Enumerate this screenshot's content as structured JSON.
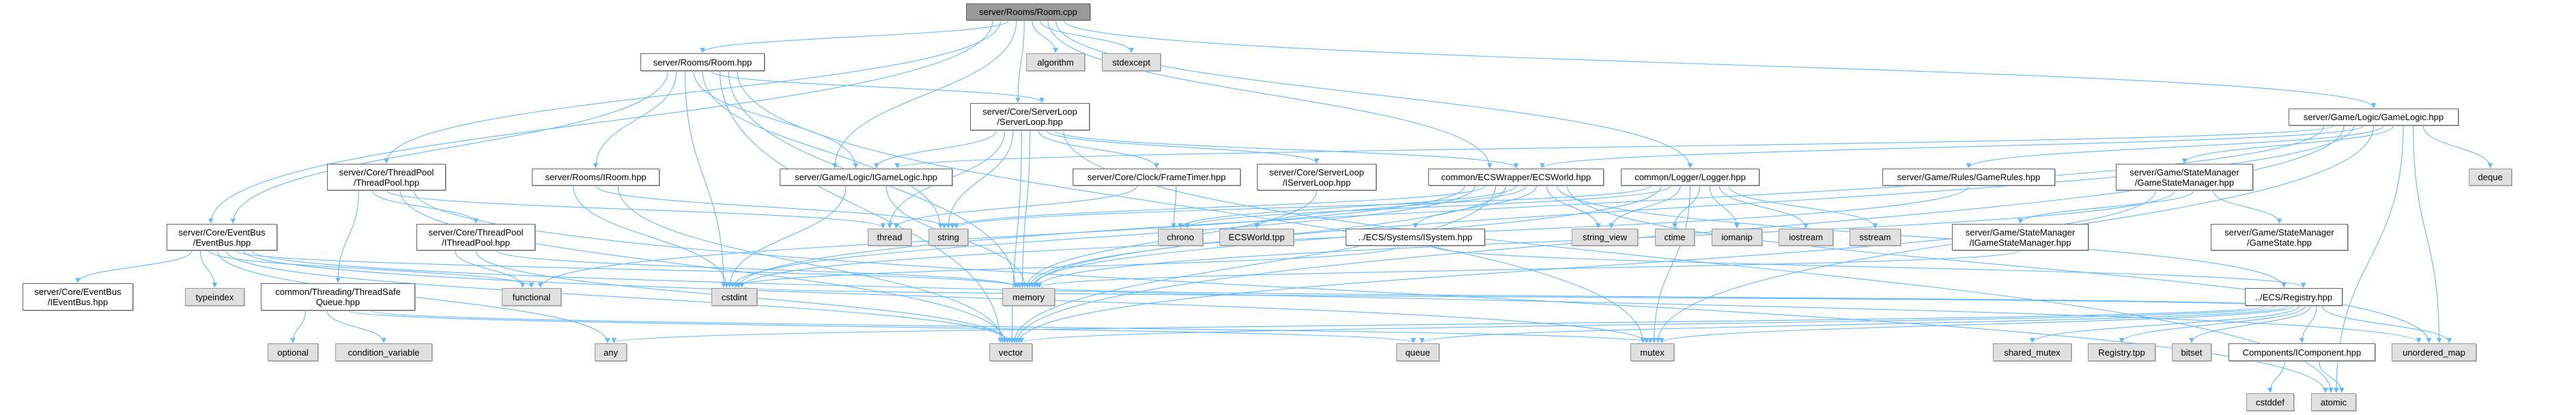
{
  "colors": {
    "edge": "#63b8ff",
    "root_fill": "#999999",
    "system_fill": "#e0e0e0",
    "file_fill": "#ffffff"
  },
  "nodes": [
    {
      "id": "room_cpp",
      "label": "server/Rooms/Room.cpp",
      "kind": "root"
    },
    {
      "id": "room_hpp",
      "label": "server/Rooms/Room.hpp",
      "kind": "proj"
    },
    {
      "id": "algorithm",
      "label": "algorithm",
      "kind": "sys"
    },
    {
      "id": "stdexcept",
      "label": "stdexcept",
      "kind": "sys"
    },
    {
      "id": "serverloop",
      "label": "server/Core/ServerLoop\n/ServerLoop.hpp",
      "kind": "proj"
    },
    {
      "id": "threadpool",
      "label": "server/Core/ThreadPool\n/ThreadPool.hpp",
      "kind": "proj"
    },
    {
      "id": "gamelogic",
      "label": "server/Game/Logic/GameLogic.hpp",
      "kind": "proj"
    },
    {
      "id": "igamelogic",
      "label": "server/Game/Logic/IGameLogic.hpp",
      "kind": "proj"
    },
    {
      "id": "frametimer",
      "label": "server/Core/Clock/FrameTimer.hpp",
      "kind": "proj"
    },
    {
      "id": "iserverloop",
      "label": "server/Core/ServerLoop\n/IServerLoop.hpp",
      "kind": "proj"
    },
    {
      "id": "ecsworld",
      "label": "common/ECSWrapper/ECSWorld.hpp",
      "kind": "proj"
    },
    {
      "id": "logger",
      "label": "common/Logger/Logger.hpp",
      "kind": "proj"
    },
    {
      "id": "gamerules",
      "label": "server/Game/Rules/GameRules.hpp",
      "kind": "proj"
    },
    {
      "id": "gsm",
      "label": "server/Game/StateManager\n/GameStateManager.hpp",
      "kind": "proj"
    },
    {
      "id": "deque",
      "label": "deque",
      "kind": "sys"
    },
    {
      "id": "iroom",
      "label": "server/Rooms/IRoom.hpp",
      "kind": "proj"
    },
    {
      "id": "eventbus",
      "label": "server/Core/EventBus\n/EventBus.hpp",
      "kind": "proj"
    },
    {
      "id": "ithreadpool",
      "label": "server/Core/ThreadPool\n/IThreadPool.hpp",
      "kind": "proj"
    },
    {
      "id": "igsm",
      "label": "server/Game/StateManager\n/IGameStateManager.hpp",
      "kind": "proj"
    },
    {
      "id": "gamestate",
      "label": "server/Game/StateManager\n/GameState.hpp",
      "kind": "proj"
    },
    {
      "id": "thread",
      "label": "thread",
      "kind": "sys"
    },
    {
      "id": "string",
      "label": "string",
      "kind": "sys"
    },
    {
      "id": "chrono",
      "label": "chrono",
      "kind": "sys"
    },
    {
      "id": "ecsworld_tpp",
      "label": "ECSWorld.tpp",
      "kind": "sys"
    },
    {
      "id": "isystem",
      "label": "../ECS/Systems/ISystem.hpp",
      "kind": "proj"
    },
    {
      "id": "string_view",
      "label": "string_view",
      "kind": "sys"
    },
    {
      "id": "ctime",
      "label": "ctime",
      "kind": "sys"
    },
    {
      "id": "iomanip",
      "label": "iomanip",
      "kind": "sys"
    },
    {
      "id": "iostream",
      "label": "iostream",
      "kind": "sys"
    },
    {
      "id": "sstream",
      "label": "sstream",
      "kind": "sys"
    },
    {
      "id": "ieventbus",
      "label": "server/Core/EventBus\n/IEventBus.hpp",
      "kind": "proj"
    },
    {
      "id": "tsq",
      "label": "common/Threading/ThreadSafe\nQueue.hpp",
      "kind": "proj"
    },
    {
      "id": "typeindex",
      "label": "typeindex",
      "kind": "sys"
    },
    {
      "id": "functional",
      "label": "functional",
      "kind": "sys"
    },
    {
      "id": "cstdint",
      "label": "cstdint",
      "kind": "sys"
    },
    {
      "id": "memory",
      "label": "memory",
      "kind": "sys"
    },
    {
      "id": "registry",
      "label": "../ECS/Registry.hpp",
      "kind": "proj"
    },
    {
      "id": "optional",
      "label": "optional",
      "kind": "sys"
    },
    {
      "id": "condvar",
      "label": "condition_variable",
      "kind": "sys"
    },
    {
      "id": "any",
      "label": "any",
      "kind": "sys"
    },
    {
      "id": "vector",
      "label": "vector",
      "kind": "sys"
    },
    {
      "id": "queue",
      "label": "queue",
      "kind": "sys"
    },
    {
      "id": "mutex",
      "label": "mutex",
      "kind": "sys"
    },
    {
      "id": "shared_mutex",
      "label": "shared_mutex",
      "kind": "sys"
    },
    {
      "id": "registry_tpp",
      "label": "Registry.tpp",
      "kind": "sys"
    },
    {
      "id": "bitset",
      "label": "bitset",
      "kind": "sys"
    },
    {
      "id": "icomponent",
      "label": "Components/IComponent.hpp",
      "kind": "proj"
    },
    {
      "id": "unordered_map",
      "label": "unordered_map",
      "kind": "sys"
    },
    {
      "id": "cstddef",
      "label": "cstddef",
      "kind": "sys"
    },
    {
      "id": "atomic",
      "label": "atomic",
      "kind": "sys"
    }
  ],
  "edges": [
    [
      "room_cpp",
      "room_hpp"
    ],
    [
      "room_cpp",
      "algorithm"
    ],
    [
      "room_cpp",
      "stdexcept"
    ],
    [
      "room_cpp",
      "serverloop"
    ],
    [
      "room_cpp",
      "igamelogic"
    ],
    [
      "room_cpp",
      "ecsworld"
    ],
    [
      "room_cpp",
      "logger"
    ],
    [
      "room_cpp",
      "gamelogic"
    ],
    [
      "room_cpp",
      "eventbus"
    ],
    [
      "room_cpp",
      "threadpool"
    ],
    [
      "room_hpp",
      "eventbus"
    ],
    [
      "room_hpp",
      "iroom"
    ],
    [
      "room_hpp",
      "serverloop"
    ],
    [
      "room_hpp",
      "igamelogic"
    ],
    [
      "room_hpp",
      "cstdint"
    ],
    [
      "room_hpp",
      "string"
    ],
    [
      "room_hpp",
      "memory"
    ],
    [
      "room_hpp",
      "vector"
    ],
    [
      "room_hpp",
      "mutex"
    ],
    [
      "iroom",
      "string"
    ],
    [
      "iroom",
      "cstdint"
    ],
    [
      "iroom",
      "vector"
    ],
    [
      "threadpool",
      "ithreadpool"
    ],
    [
      "threadpool",
      "tsq"
    ],
    [
      "threadpool",
      "thread"
    ],
    [
      "threadpool",
      "vector"
    ],
    [
      "threadpool",
      "atomic"
    ],
    [
      "ithreadpool",
      "functional"
    ],
    [
      "ithreadpool",
      "memory"
    ],
    [
      "ithreadpool",
      "vector"
    ],
    [
      "eventbus",
      "ieventbus"
    ],
    [
      "eventbus",
      "typeindex"
    ],
    [
      "eventbus",
      "functional"
    ],
    [
      "eventbus",
      "any"
    ],
    [
      "eventbus",
      "vector"
    ],
    [
      "eventbus",
      "mutex"
    ],
    [
      "eventbus",
      "memory"
    ],
    [
      "eventbus",
      "unordered_map"
    ],
    [
      "tsq",
      "optional"
    ],
    [
      "tsq",
      "condvar"
    ],
    [
      "tsq",
      "queue"
    ],
    [
      "tsq",
      "mutex"
    ],
    [
      "serverloop",
      "igamelogic"
    ],
    [
      "serverloop",
      "frametimer"
    ],
    [
      "serverloop",
      "iserverloop"
    ],
    [
      "serverloop",
      "ecsworld"
    ],
    [
      "serverloop",
      "thread"
    ],
    [
      "serverloop",
      "string"
    ],
    [
      "serverloop",
      "memory"
    ],
    [
      "serverloop",
      "atomic"
    ],
    [
      "serverloop",
      "vector"
    ],
    [
      "igamelogic",
      "cstdint"
    ],
    [
      "igamelogic",
      "memory"
    ],
    [
      "frametimer",
      "chrono"
    ],
    [
      "frametimer",
      "thread"
    ],
    [
      "iserverloop",
      "memory"
    ],
    [
      "ecsworld",
      "ecsworld_tpp"
    ],
    [
      "ecsworld",
      "isystem"
    ],
    [
      "ecsworld",
      "string_view"
    ],
    [
      "ecsworld",
      "registry"
    ],
    [
      "ecsworld",
      "memory"
    ],
    [
      "ecsworld",
      "vector"
    ],
    [
      "ecsworld",
      "string"
    ],
    [
      "ecsworld",
      "chrono"
    ],
    [
      "ecsworld",
      "functional"
    ],
    [
      "ecsworld",
      "unordered_map"
    ],
    [
      "ecsworld",
      "cstdint"
    ],
    [
      "isystem",
      "registry"
    ],
    [
      "isystem",
      "cstdint"
    ],
    [
      "logger",
      "string_view"
    ],
    [
      "logger",
      "ctime"
    ],
    [
      "logger",
      "iomanip"
    ],
    [
      "logger",
      "iostream"
    ],
    [
      "logger",
      "sstream"
    ],
    [
      "logger",
      "mutex"
    ],
    [
      "logger",
      "string"
    ],
    [
      "logger",
      "chrono"
    ],
    [
      "logger",
      "memory"
    ],
    [
      "gamelogic",
      "igamelogic"
    ],
    [
      "gamelogic",
      "ecsworld"
    ],
    [
      "gamelogic",
      "gamerules"
    ],
    [
      "gamelogic",
      "gsm"
    ],
    [
      "gamelogic",
      "deque"
    ],
    [
      "gamelogic",
      "unordered_map"
    ],
    [
      "gamelogic",
      "atomic"
    ],
    [
      "gamelogic",
      "vector"
    ],
    [
      "gamelogic",
      "mutex"
    ],
    [
      "gamelogic",
      "memory"
    ],
    [
      "gamelogic",
      "cstdint"
    ],
    [
      "gamerules",
      "cstdint"
    ],
    [
      "gsm",
      "igsm"
    ],
    [
      "gsm",
      "gamestate"
    ],
    [
      "gsm",
      "memory"
    ],
    [
      "gsm",
      "vector"
    ],
    [
      "igsm",
      "memory"
    ],
    [
      "registry",
      "shared_mutex"
    ],
    [
      "registry",
      "registry_tpp"
    ],
    [
      "registry",
      "bitset"
    ],
    [
      "registry",
      "icomponent"
    ],
    [
      "registry",
      "unordered_map"
    ],
    [
      "registry",
      "vector"
    ],
    [
      "registry",
      "memory"
    ],
    [
      "registry",
      "any"
    ],
    [
      "registry",
      "queue"
    ],
    [
      "registry",
      "mutex"
    ],
    [
      "registry",
      "cstdint"
    ],
    [
      "icomponent",
      "cstddef"
    ],
    [
      "icomponent",
      "atomic"
    ]
  ]
}
